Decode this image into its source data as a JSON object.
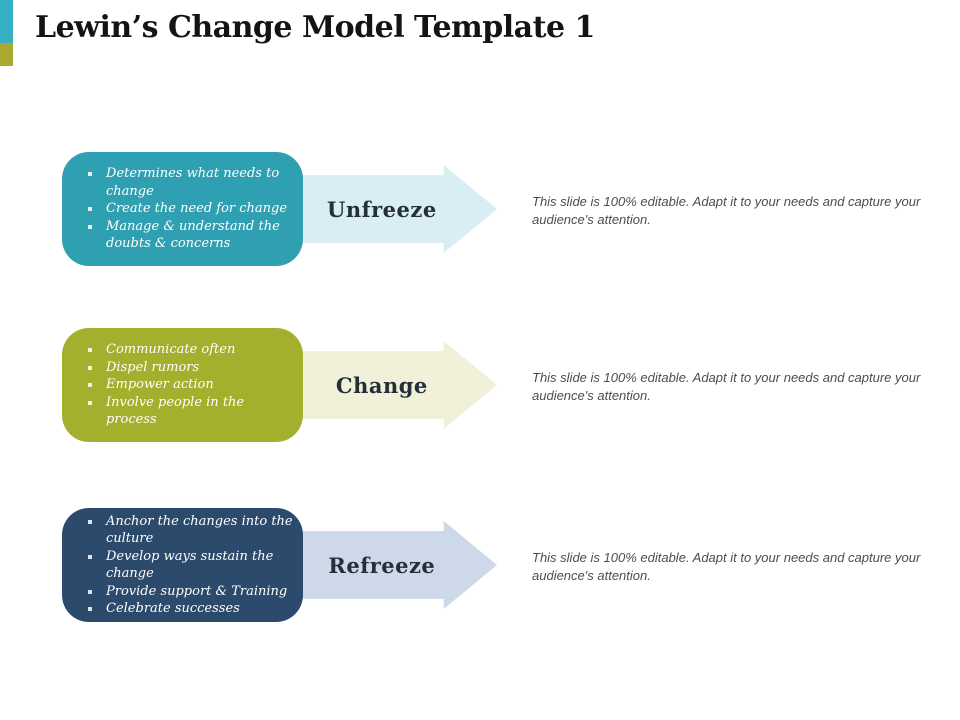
{
  "slide": {
    "title": "Lewin’s Change Model Template 1",
    "accent_bar": {
      "teal": "#36AEC3",
      "olive": "#A9A92F"
    },
    "stages": [
      {
        "name": "Unfreeze",
        "box_color": "#2FA0B1",
        "arrow_color": "#D9EEF3",
        "bullets": [
          "Determines what needs to change",
          "Create the need for change",
          "Manage & understand the doubts & concerns"
        ],
        "description": "This slide is 100% editable. Adapt it to your needs and capture your audience's attention."
      },
      {
        "name": "Change",
        "box_color": "#A3AF2D",
        "arrow_color": "#F0F1D8",
        "bullets": [
          "Communicate often",
          "Dispel rumors",
          "Empower action",
          "Involve people in the process"
        ],
        "description": "This slide is 100% editable. Adapt it to your needs and capture your audience's attention."
      },
      {
        "name": "Refreeze",
        "box_color": "#2C4A6B",
        "arrow_color": "#CDD9E8",
        "bullets": [
          "Anchor the changes into the culture",
          "Develop ways sustain the change",
          "Provide support & Training",
          "Celebrate successes"
        ],
        "description": "This slide is 100% editable. Adapt it to your needs and capture your audience's attention."
      }
    ]
  }
}
